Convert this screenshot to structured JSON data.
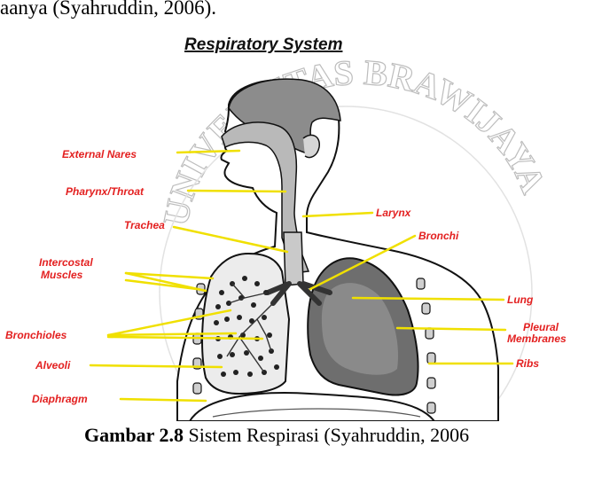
{
  "document": {
    "preceding_text": "aanya (Syahruddin, 2006).",
    "caption": {
      "label": "Gambar 2.8",
      "text": " Sistem Respirasi (Syahruddin, 2006"
    }
  },
  "figure": {
    "title": "Respiratory System",
    "watermark": "UNIVERSITAS BRAWIJAYA",
    "colors": {
      "label_text": "#e32020",
      "leader_line": "#f0e000",
      "outline": "#111111",
      "lung_fill": "#6e6e6e"
    },
    "labels_left": {
      "external_nares": "External Nares",
      "pharynx": "Pharynx/Throat",
      "trachea": "Trachea",
      "intercostal_1": "Intercostal",
      "intercostal_2": "Muscles",
      "bronchioles": "Bronchioles",
      "alveoli": "Alveoli",
      "diaphragm": "Diaphragm"
    },
    "labels_right": {
      "larynx": "Larynx",
      "bronchi": "Bronchi",
      "lung": "Lung",
      "pleural_1": "Pleural",
      "pleural_2": "Membranes",
      "ribs": "Ribs"
    }
  }
}
